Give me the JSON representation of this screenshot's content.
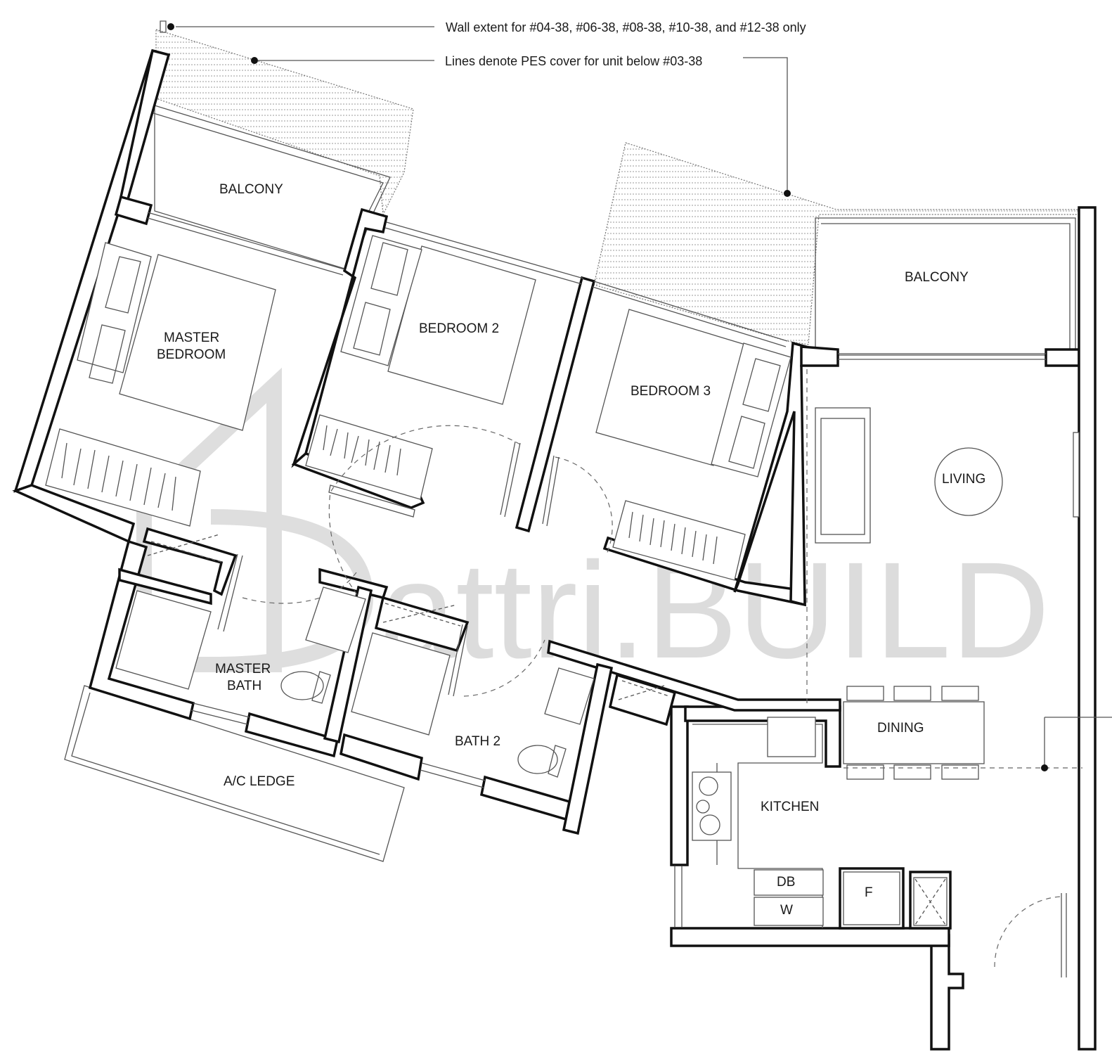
{
  "notes": {
    "wall_extent": "Wall extent for #04-38, #06-38, #08-38, #10-38, and #12-38 only",
    "pes_cover": "Lines denote PES cover for unit below #03-38"
  },
  "rooms": {
    "balcony_left": "BALCONY",
    "balcony_right": "BALCONY",
    "master_bedroom_line1": "MASTER",
    "master_bedroom_line2": "BEDROOM",
    "bedroom_2": "BEDROOM 2",
    "bedroom_3": "BEDROOM 3",
    "living": "LIVING",
    "master_bath_line1": "MASTER",
    "master_bath_line2": "BATH",
    "bath_2": "BATH 2",
    "ac_ledge": "A/C LEDGE",
    "dining": "DINING",
    "kitchen": "KITCHEN",
    "db": "DB",
    "w": "W",
    "f": "F"
  },
  "watermark": {
    "text": "attri.BUILD"
  },
  "colors": {
    "wall": "#111111",
    "line": "#555555",
    "watermark": "#dcdcdc"
  }
}
